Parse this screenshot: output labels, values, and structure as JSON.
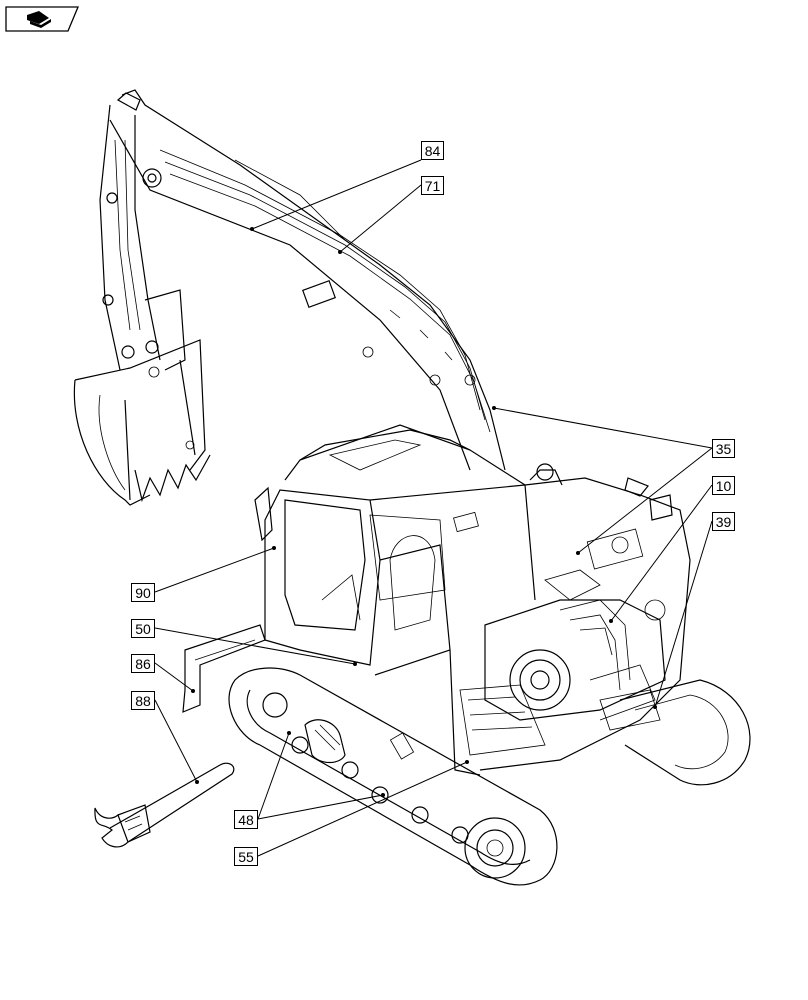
{
  "nav": {
    "icon": "book-arrow-icon"
  },
  "callouts": [
    {
      "id": "84",
      "label": "84"
    },
    {
      "id": "71",
      "label": "71"
    },
    {
      "id": "35",
      "label": "35"
    },
    {
      "id": "10",
      "label": "10"
    },
    {
      "id": "39",
      "label": "39"
    },
    {
      "id": "90",
      "label": "90"
    },
    {
      "id": "50",
      "label": "50"
    },
    {
      "id": "86",
      "label": "86"
    },
    {
      "id": "88",
      "label": "88"
    },
    {
      "id": "48",
      "label": "48"
    },
    {
      "id": "55",
      "label": "55"
    }
  ]
}
